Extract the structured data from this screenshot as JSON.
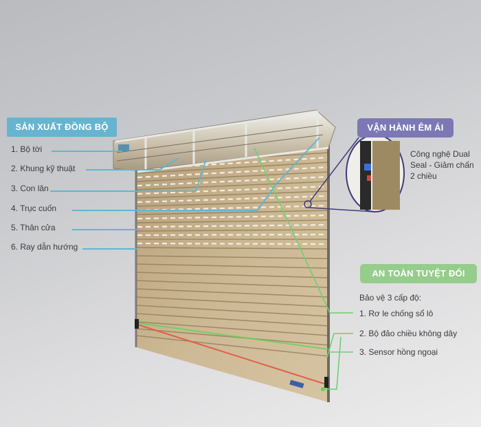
{
  "diagram": {
    "subject": "Roller shutter door (cửa cuốn) structure diagram",
    "colors": {
      "background": "#c9cacd",
      "blue_accent": "#66b4d0",
      "purple_accent": "#7b78b4",
      "green_accent": "#96cc8c",
      "door_body": "#c9b593",
      "sensor_red": "#e0604a",
      "sensor_green": "#5fd35a"
    }
  },
  "left_panel": {
    "title": "SẢN XUẤT ĐỒNG BỘ",
    "items": [
      {
        "label": "1. Bộ tời"
      },
      {
        "label": "2. Khung kỹ thuật"
      },
      {
        "label": "3. Con lăn"
      },
      {
        "label": "4. Trục cuốn"
      },
      {
        "label": "5. Thân cửa"
      },
      {
        "label": "6. Ray dẫn hướng"
      }
    ]
  },
  "top_right_panel": {
    "title": "VẬN HÀNH ÊM ÁI",
    "description": "Công nghệ Dual Seal - Giảm chấn 2 chiều",
    "description_lines": [
      "Công nghệ Dual",
      "Seal - Giảm chấn",
      "2 chiều"
    ]
  },
  "bottom_right_panel": {
    "title": "AN TOÀN TUYỆT ĐỐI",
    "intro": "Bảo vệ 3 cấp độ:",
    "items": [
      {
        "label": "1. Rơ le chống sổ lô"
      },
      {
        "label": "2. Bộ đảo chiều không dây"
      },
      {
        "label": "3. Sensor hồng ngoại"
      }
    ]
  }
}
